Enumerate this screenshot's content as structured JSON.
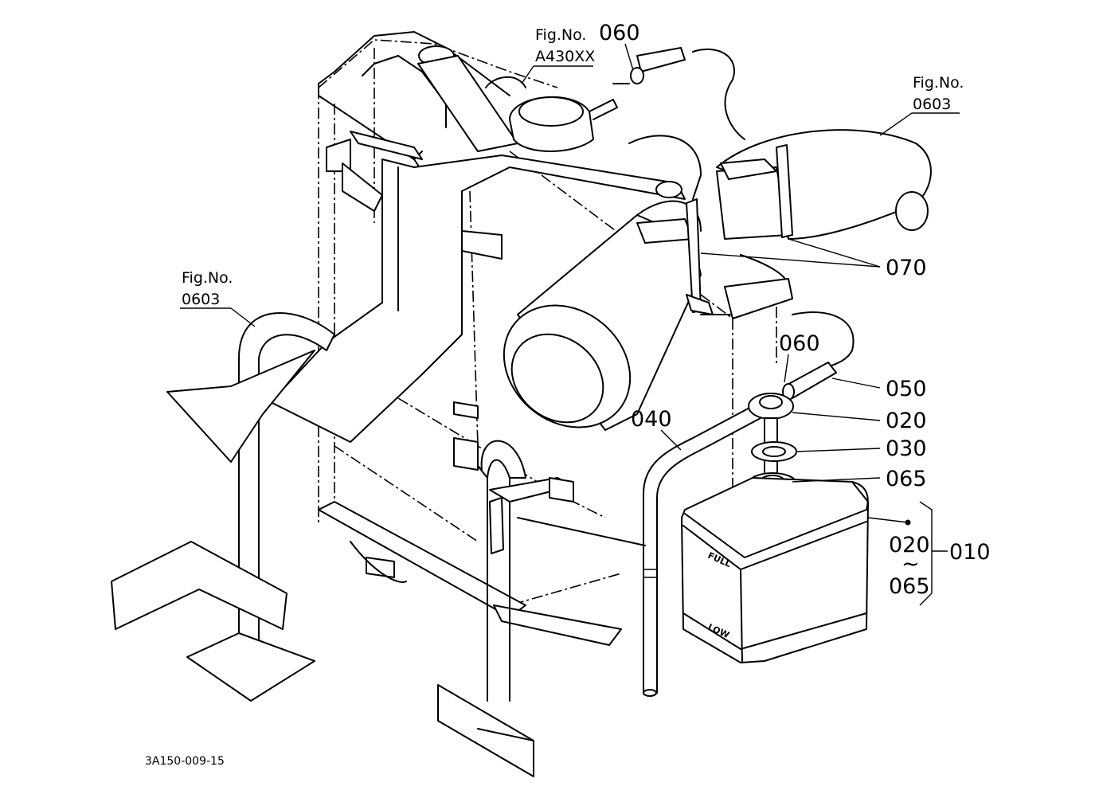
{
  "figure_refs": {
    "top_center": {
      "prefix": "Fig.No.",
      "number": "A430XX"
    },
    "top_right": {
      "prefix": "Fig.No.",
      "number": "0603"
    },
    "left": {
      "prefix": "Fig.No.",
      "number": "0603"
    }
  },
  "parts": {
    "p060_top": "060",
    "p070": "070",
    "p060_mid": "060",
    "p050": "050",
    "p040": "040",
    "p020": "020",
    "p030": "030",
    "p065": "065",
    "p010": "010",
    "range_start": "020",
    "range_tilde": "~",
    "range_end": "065"
  },
  "tank_marks": {
    "full": "FULL",
    "low": "LOW"
  },
  "drawing_number": "3A150-009-15"
}
